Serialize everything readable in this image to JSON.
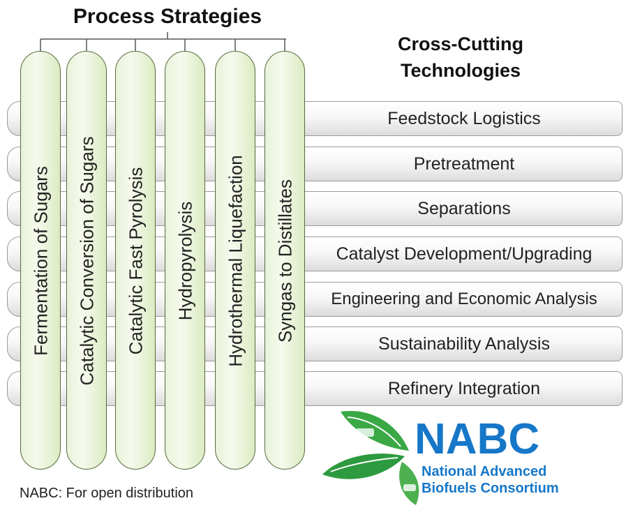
{
  "process_strategies": {
    "title": "Process Strategies",
    "items": [
      "Fermentation of Sugars",
      "Catalytic Conversion of Sugars",
      "Catalytic Fast Pyrolysis",
      "Hydropyrolysis",
      "Hydrothermal Liquefaction",
      "Syngas to Distillates"
    ]
  },
  "cross_cutting": {
    "title": "Cross-Cutting Technologies",
    "items": [
      "Feedstock Logistics",
      "Pretreatment",
      "Separations",
      "Catalyst Development/Upgrading",
      "Engineering and Economic Analysis",
      "Sustainability Analysis",
      "Refinery Integration"
    ]
  },
  "logo": {
    "name": "NABC",
    "line1": "National Advanced",
    "line2": "Biofuels Consortium",
    "colors": {
      "blue": "#1677c8",
      "green": "#3aa845"
    }
  },
  "footnote": "NABC: For open distribution",
  "colors": {
    "pill_border": "#556b3f",
    "pill_fill": "#e8f2d8",
    "bar_border": "#9a9a9a",
    "connector": "#555555"
  }
}
